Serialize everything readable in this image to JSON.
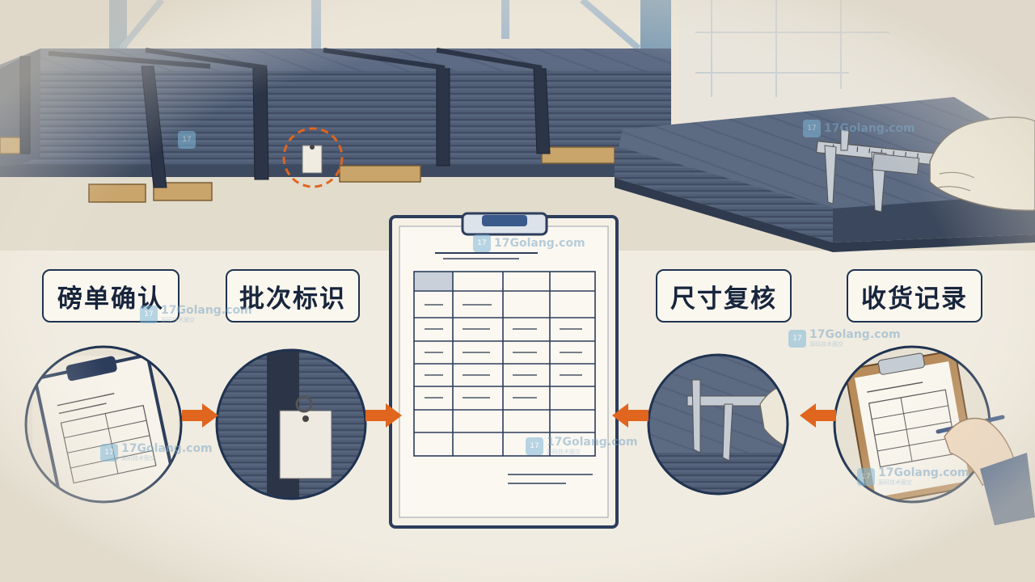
{
  "steps": [
    {
      "id": "weigh-slip-confirm",
      "label": "磅单确认"
    },
    {
      "id": "batch-marking",
      "label": "批次标识"
    },
    {
      "id": "dimension-recheck",
      "label": "尺寸复核"
    },
    {
      "id": "receiving-record",
      "label": "收货记录"
    }
  ],
  "watermark": {
    "text": "17Golang.com",
    "subtitle": "源码技术圈交"
  },
  "colors": {
    "accent": "#e0651e",
    "ink": "#1f3350",
    "paper": "#f1ece1",
    "steel": "#4a5870"
  },
  "icons": [
    "steel-plate-stack-icon",
    "batch-tag-icon",
    "caliper-icon",
    "gloved-hand-icon",
    "clipboard-icon",
    "writing-hand-icon",
    "arrow-right-icon",
    "arrow-left-icon"
  ]
}
